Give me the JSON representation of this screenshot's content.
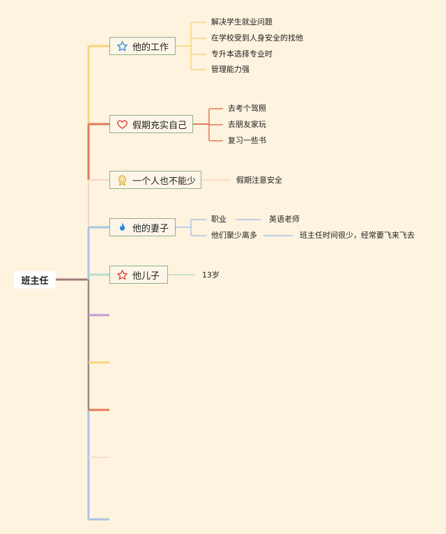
{
  "root": {
    "label": "班主任"
  },
  "branches": [
    {
      "label": "他的工作",
      "icon": "star-outline-icon",
      "color": "#f7d47a",
      "children": [
        "解决学生就业问题",
        "在学校受到人身安全的找他",
        "专升本选择专业时",
        "管理能力强"
      ]
    },
    {
      "label": "假期充实自己",
      "icon": "heart-outline-icon",
      "color": "#e07a5a",
      "children": [
        "去考个驾照",
        "去朋友家玩",
        "复习一些书"
      ]
    },
    {
      "label": "一个人也不能少",
      "icon": "award-medal-icon",
      "color": "#f3d4c4",
      "children": [
        "假期注意安全"
      ]
    },
    {
      "label": "他的妻子",
      "icon": "flame-icon",
      "color": "#a8c6e6",
      "children": [
        {
          "label": "职业",
          "sub": "英语老师"
        },
        {
          "label": "他们聚少离多",
          "sub": "班主任时间很少，经常要飞来飞去"
        }
      ]
    },
    {
      "label": "他儿子",
      "icon": "star-red-outline-icon",
      "color": "#b9dcc8",
      "children": [
        "13岁"
      ]
    }
  ],
  "empty_branch_colors": [
    "#c49ad8",
    "#f7d47a",
    "#e07a5a",
    "#f5ddd2",
    "#a8c6e6"
  ]
}
